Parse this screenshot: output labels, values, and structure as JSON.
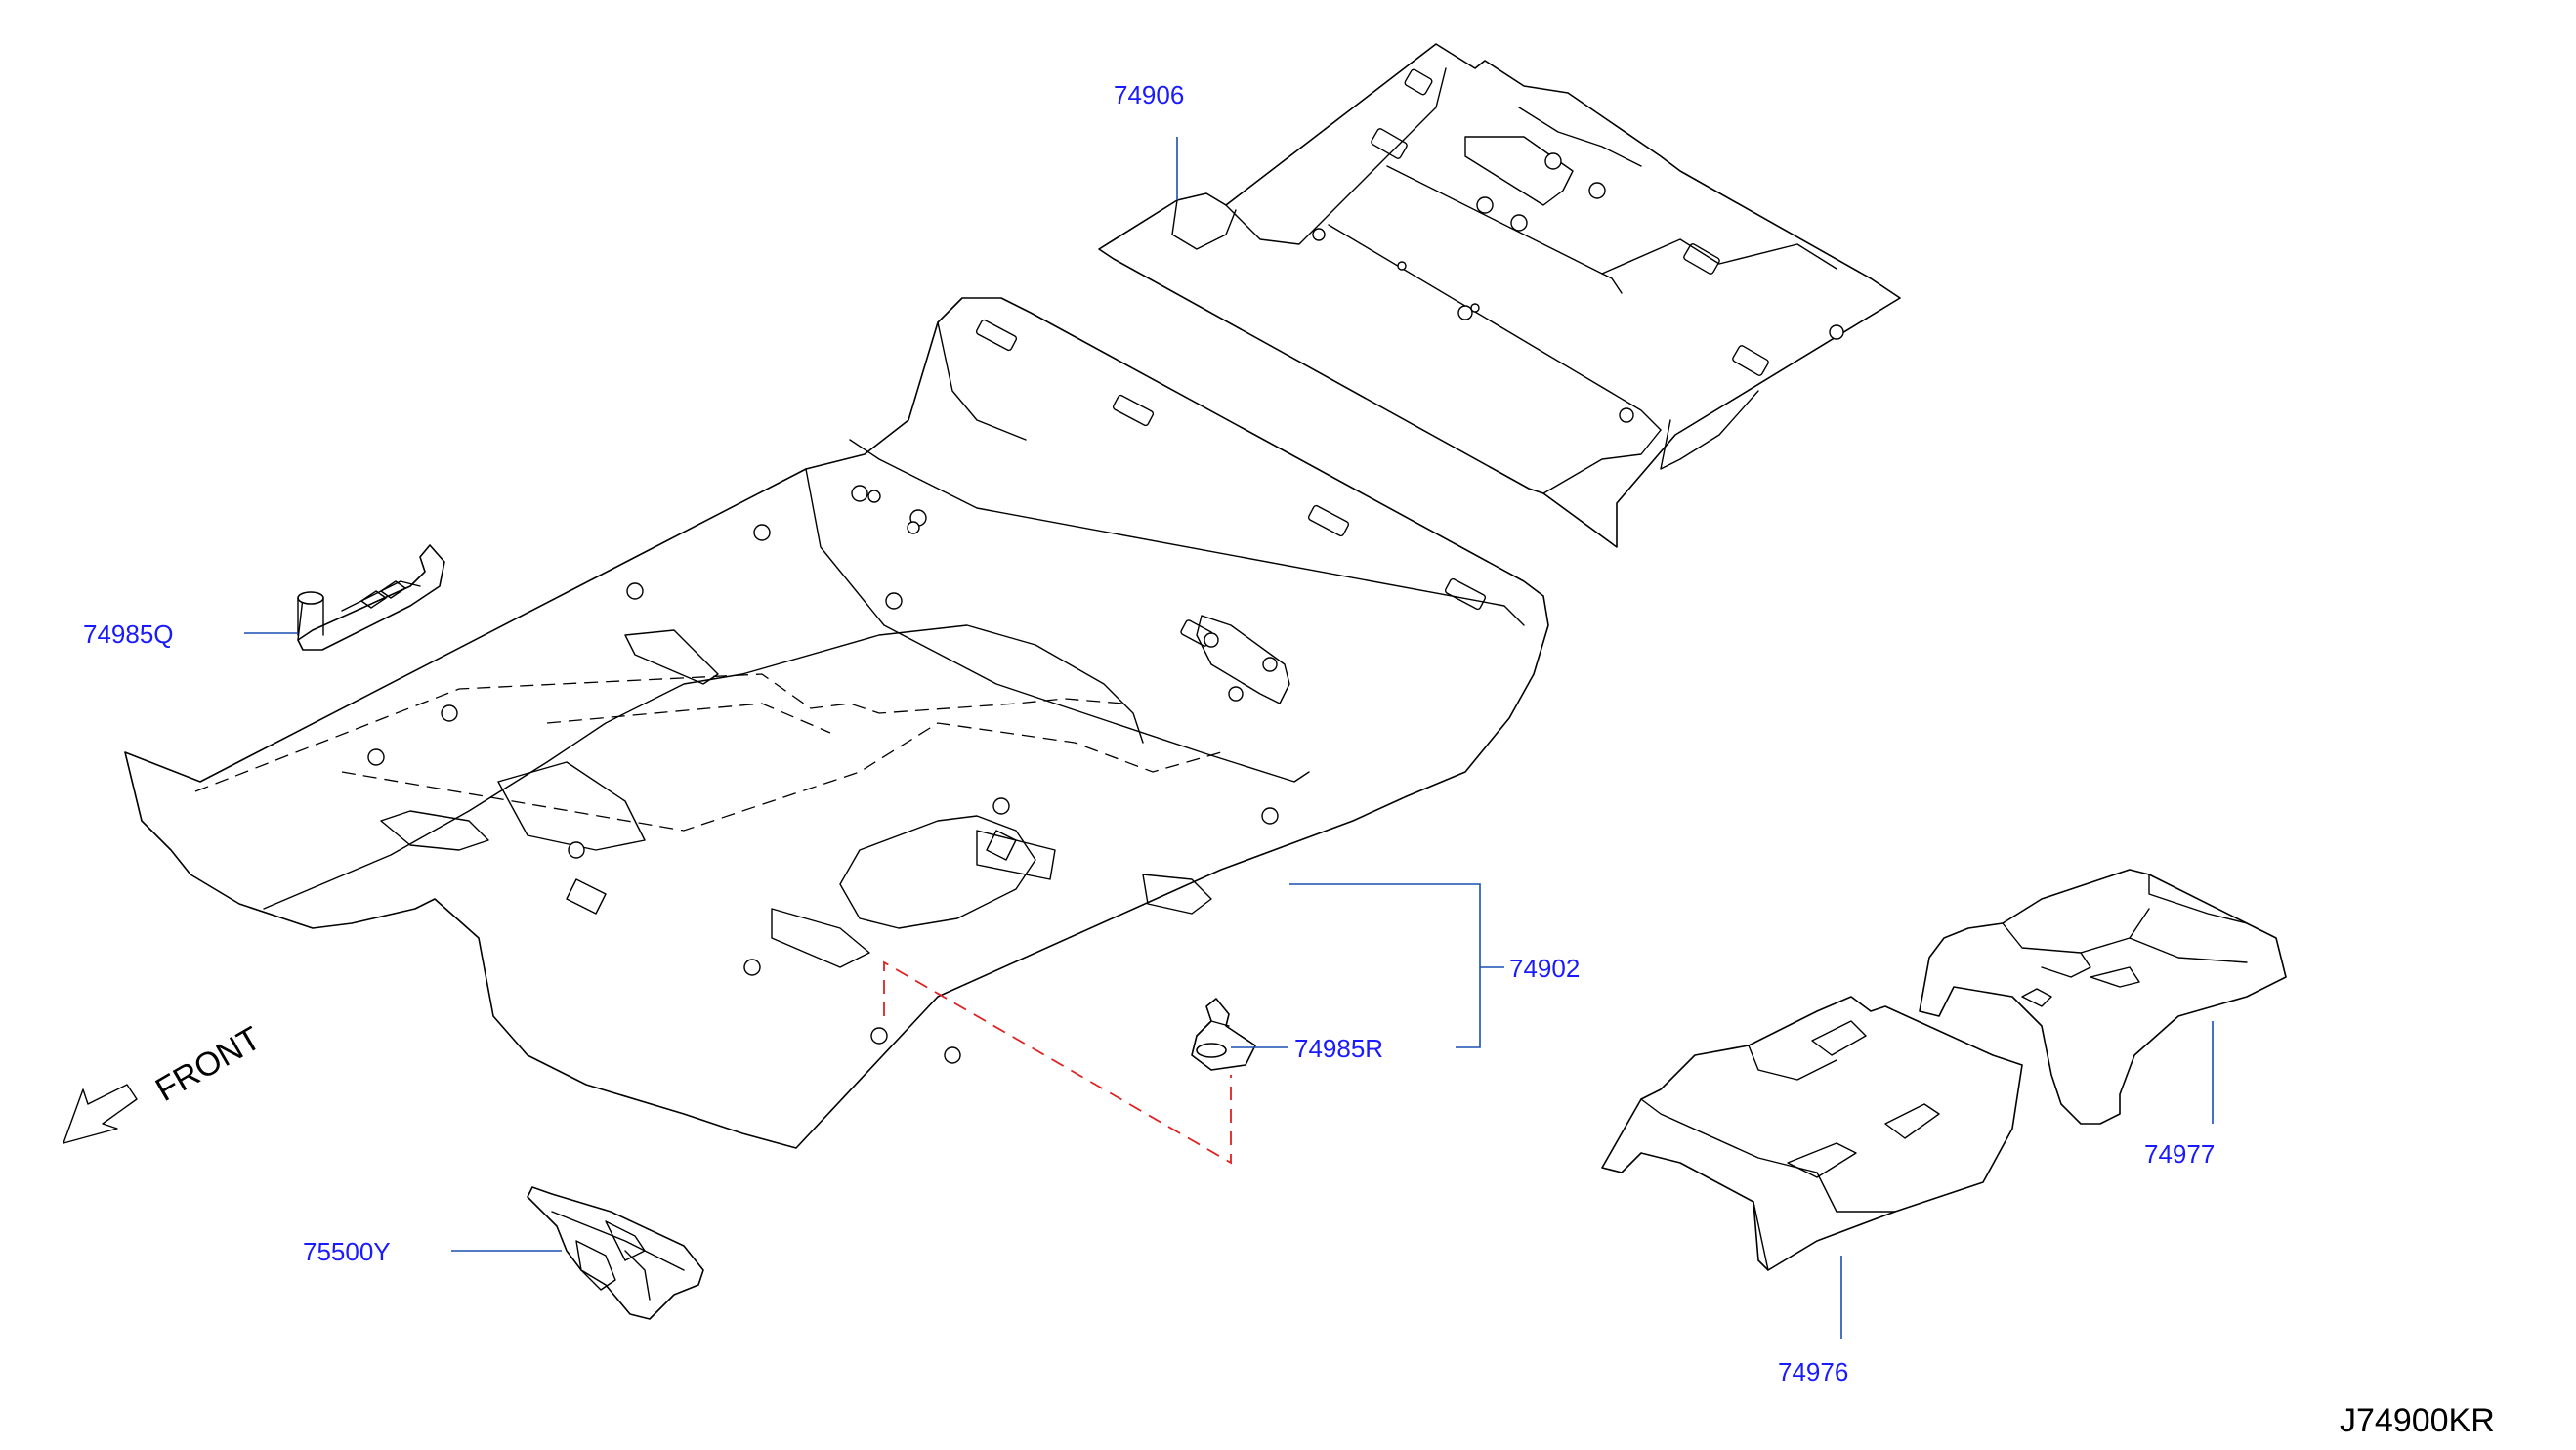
{
  "colors": {
    "label": "#1a1aff",
    "leader": "#1a4fb0",
    "hidden_link": "#e02020",
    "line": "#000000",
    "background": "#ffffff"
  },
  "parts": [
    {
      "id": "p74906",
      "number": "74906"
    },
    {
      "id": "p74985Q",
      "number": "74985Q"
    },
    {
      "id": "p74902",
      "number": "74902"
    },
    {
      "id": "p74985R",
      "number": "74985R"
    },
    {
      "id": "p75500Y",
      "number": "75500Y"
    },
    {
      "id": "p74977",
      "number": "74977"
    },
    {
      "id": "p74976",
      "number": "74976"
    }
  ],
  "front_indicator": {
    "text": "FRONT",
    "icon": "front-arrow-icon"
  },
  "diagram_code": "J74900KR"
}
